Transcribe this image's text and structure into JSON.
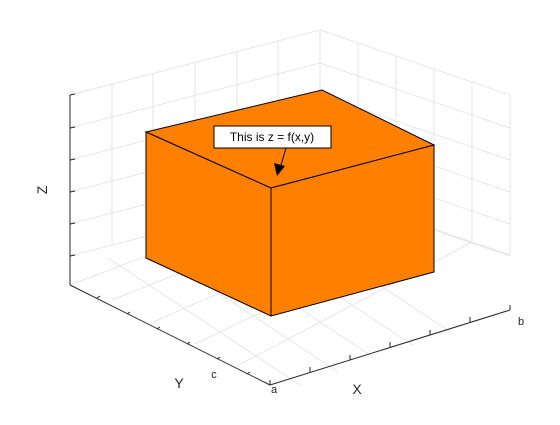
{
  "chart_data": {
    "type": "surface",
    "view": "3d-isometric",
    "grid": true,
    "surface_color": "#ff8000",
    "edge_color": "#000000",
    "axes": {
      "x": {
        "label": "X",
        "ticks": [
          "a",
          "b"
        ]
      },
      "y": {
        "label": "Y",
        "ticks": [
          "c"
        ]
      },
      "z": {
        "label": "Z",
        "ticks": []
      }
    },
    "annotation": {
      "text": "This is z = f(x,y)",
      "type": "textarrow",
      "target": "top face"
    }
  }
}
